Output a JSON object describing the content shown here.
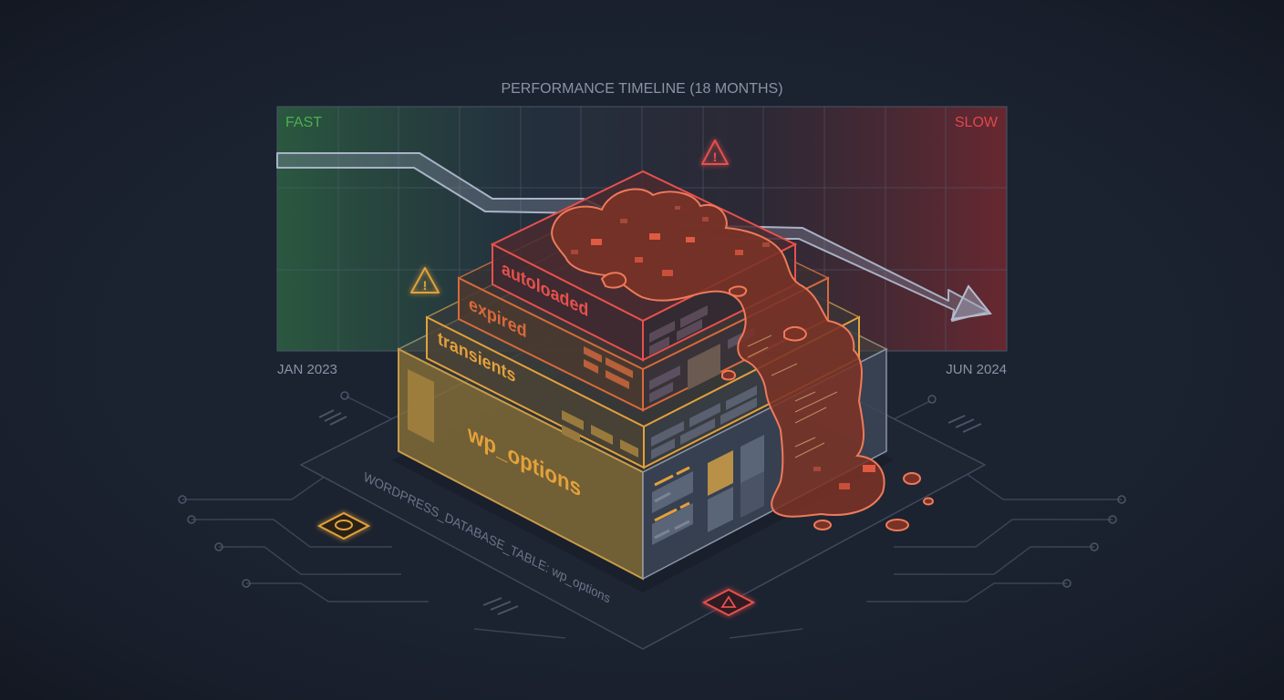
{
  "timeline": {
    "title": "PERFORMANCE TIMELINE (18 MONTHS)",
    "fast_label": "FAST",
    "slow_label": "SLOW",
    "start_label": "JAN 2023",
    "end_label": "JUN 2024"
  },
  "layers": {
    "autoloaded": "autoloaded",
    "expired": "expired",
    "transients": "transients",
    "wp_options": "wp_options"
  },
  "platform_label": "WORDPRESS_DATABASE_TABLE: wp_options",
  "icons": [
    "warning-icon",
    "database-chip-icon",
    "alert-chip-icon"
  ],
  "colors": {
    "background": "#1b2230",
    "fast": "#4caf50",
    "slow": "#e0474c",
    "amber": "#e3a13b",
    "rust": "#d86a3a",
    "red": "#e8504d",
    "sludge": "#7a3226"
  }
}
